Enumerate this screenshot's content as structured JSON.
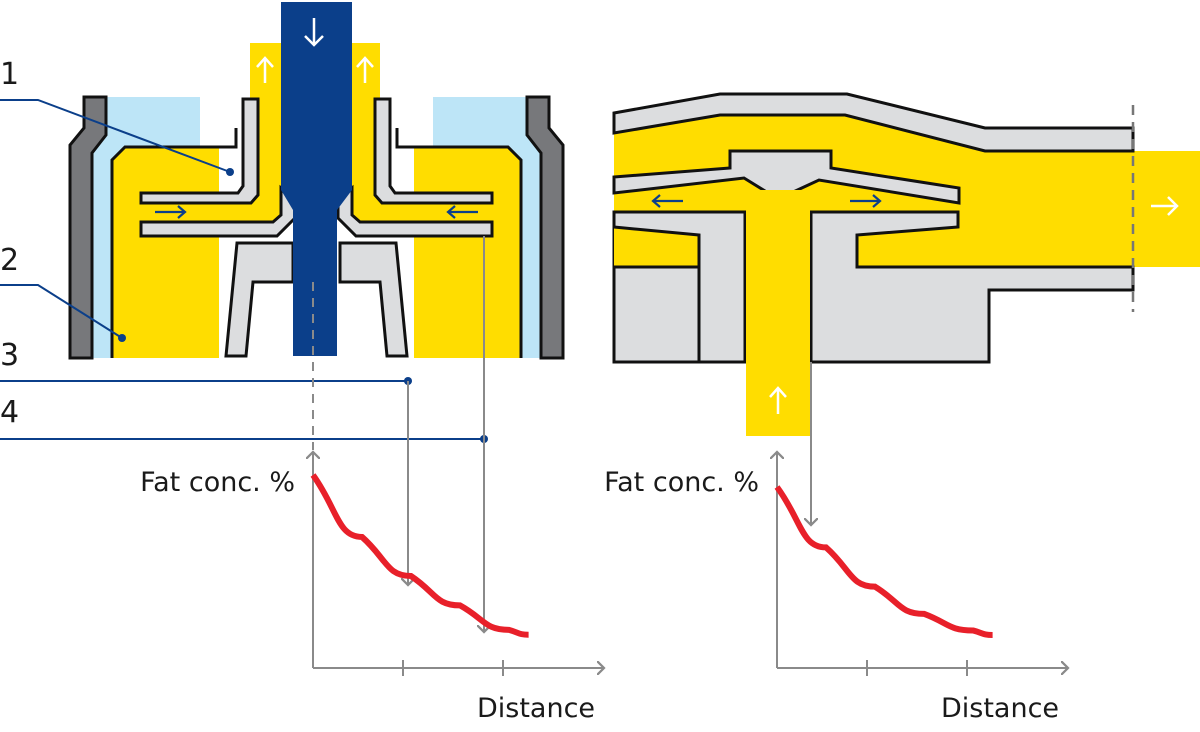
{
  "title": "Separator disc stack and paring disc fat concentration diagram",
  "callouts": [
    "1",
    "2",
    "3",
    "4"
  ],
  "left_chart": {
    "ylabel": "Fat conc. %",
    "xlabel": "Distance"
  },
  "right_chart": {
    "ylabel": "Fat conc. %",
    "xlabel": "Distance"
  },
  "colors": {
    "milk_yellow": "#FFDD00",
    "feed_blue": "#0B3F8A",
    "skim_lightblue": "#BDE5F7",
    "metal_gray": "#DCDDDF",
    "wall_darkgray": "#77787B",
    "curve_red": "#E8202A",
    "axis_gray": "#8A8A8A"
  },
  "chart_data": [
    {
      "type": "line",
      "title": "",
      "ylabel": "Fat conc. %",
      "xlabel": "Distance",
      "x": [
        0,
        0.5,
        1,
        1.5,
        2,
        2.2
      ],
      "y": [
        1,
        0.62,
        0.38,
        0.2,
        0.05,
        0.02
      ],
      "xlim": [
        0,
        3
      ],
      "ylim": [
        0,
        1.1
      ],
      "grid": false
    },
    {
      "type": "line",
      "title": "",
      "ylabel": "Fat conc. %",
      "xlabel": "Distance",
      "x": [
        0,
        0.5,
        1,
        1.5,
        2,
        2.2
      ],
      "y": [
        1,
        0.6,
        0.34,
        0.16,
        0.05,
        0.02
      ],
      "xlim": [
        0,
        3
      ],
      "ylim": [
        0,
        1.1
      ],
      "grid": false
    }
  ]
}
